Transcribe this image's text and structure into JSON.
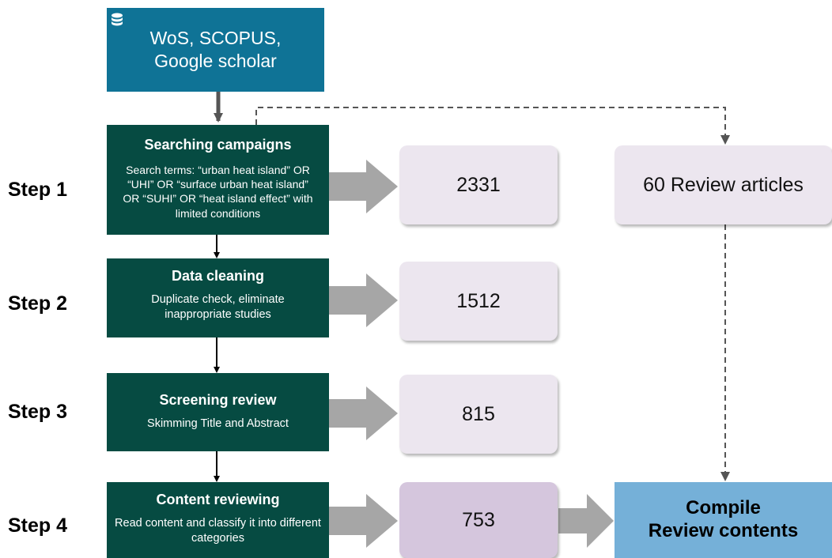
{
  "colors": {
    "source": "#0f7396",
    "process": "#064b42",
    "count": "#ece6ef",
    "count_final": "#d5c6dd",
    "compile": "#75b0d8",
    "arrow": "#a6a6a6"
  },
  "source": {
    "icon": "database-icon",
    "lines": [
      "WoS, SCOPUS,",
      "Google scholar"
    ]
  },
  "steps": [
    {
      "label": "Step 1",
      "title": "Searching campaigns",
      "desc": "Search terms: “urban heat island” OR “UHI” OR “surface urban heat island” OR “SUHI” OR “heat island effect” with limited conditions",
      "count": "2331"
    },
    {
      "label": "Step 2",
      "title": "Data cleaning",
      "desc": "Duplicate check, eliminate inappropriate studies",
      "count": "1512"
    },
    {
      "label": "Step 3",
      "title": "Screening review",
      "desc": "Skimming Title and Abstract",
      "count": "815"
    },
    {
      "label": "Step 4",
      "title": "Content reviewing",
      "desc": "Read content and classify it into different categories",
      "count": "753"
    }
  ],
  "review_articles": "60 Review articles",
  "compile": {
    "line1": "Compile",
    "line2": "Review contents"
  }
}
